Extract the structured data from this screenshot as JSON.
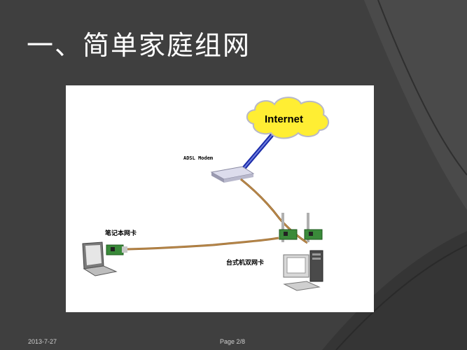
{
  "slide": {
    "title": "一、简单家庭组网"
  },
  "diagram": {
    "internet_label": "Internet",
    "modem_label": "ADSL Modem",
    "laptop_label": "笔记本网卡",
    "desktop_label": "台式机双网卡"
  },
  "footer": {
    "date": "2013-7-27",
    "page": "Page 2/8"
  }
}
